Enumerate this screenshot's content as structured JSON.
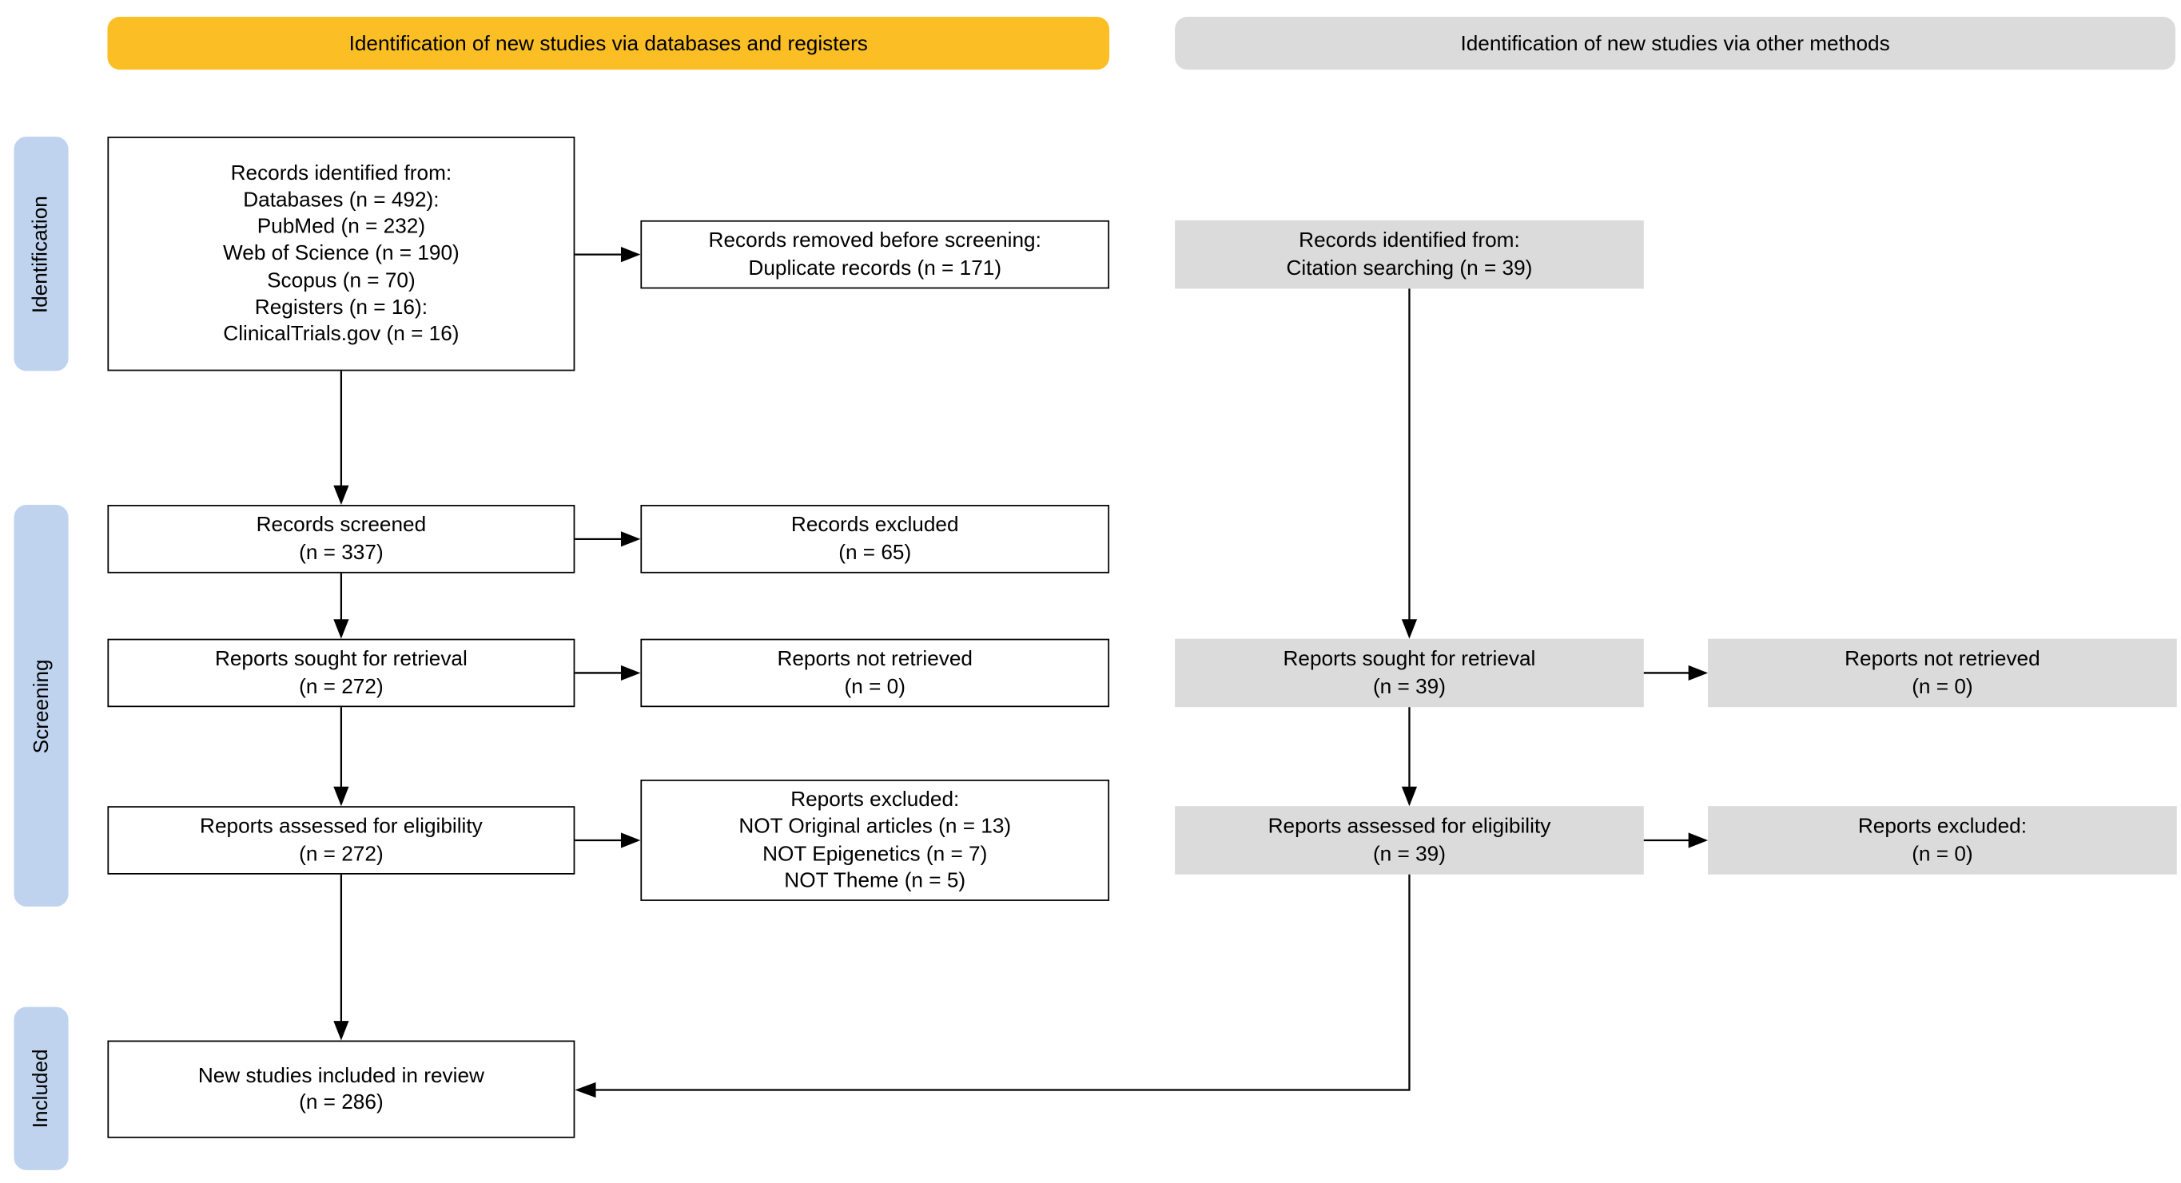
{
  "headers": {
    "databases": "Identification of new studies via databases and registers",
    "other": "Identification of new studies via other methods"
  },
  "phases": {
    "identification": "Identification",
    "screening": "Screening",
    "included": "Included"
  },
  "db": {
    "identified": {
      "lines": [
        "Records identified from:",
        "Databases (n = 492):",
        "PubMed (n = 232)",
        "Web of Science (n = 190)",
        "Scopus (n = 70)",
        "Registers (n = 16):",
        "ClinicalTrials.gov (n = 16)"
      ]
    },
    "removed": {
      "lines": [
        "Records removed before screening:",
        "Duplicate records (n = 171)"
      ]
    },
    "screened": {
      "lines": [
        "Records screened",
        "(n = 337)"
      ]
    },
    "excluded": {
      "lines": [
        "Records excluded",
        "(n = 65)"
      ]
    },
    "sought": {
      "lines": [
        "Reports sought for retrieval",
        "(n = 272)"
      ]
    },
    "not_retrieved": {
      "lines": [
        "Reports not retrieved",
        "(n = 0)"
      ]
    },
    "assessed": {
      "lines": [
        "Reports assessed for eligibility",
        "(n = 272)"
      ]
    },
    "reports_excluded": {
      "lines": [
        "Reports excluded:",
        "NOT Original articles (n = 13)",
        "NOT Epigenetics (n = 7)",
        "NOT Theme (n = 5)"
      ]
    },
    "included": {
      "lines": [
        "New studies included in review",
        "(n = 286)"
      ]
    }
  },
  "other": {
    "identified": {
      "lines": [
        "Records identified from:",
        "Citation searching (n = 39)"
      ]
    },
    "sought": {
      "lines": [
        "Reports sought for retrieval",
        "(n = 39)"
      ]
    },
    "not_retrieved": {
      "lines": [
        "Reports not retrieved",
        "(n = 0)"
      ]
    },
    "assessed": {
      "lines": [
        "Reports assessed for eligibility",
        "(n = 39)"
      ]
    },
    "reports_excluded": {
      "lines": [
        "Reports excluded:",
        "(n = 0)"
      ]
    }
  },
  "colors": {
    "database_header": "#fbbf25",
    "other_methods": "#dbdbdb",
    "phase_label": "#bfd3ee"
  }
}
